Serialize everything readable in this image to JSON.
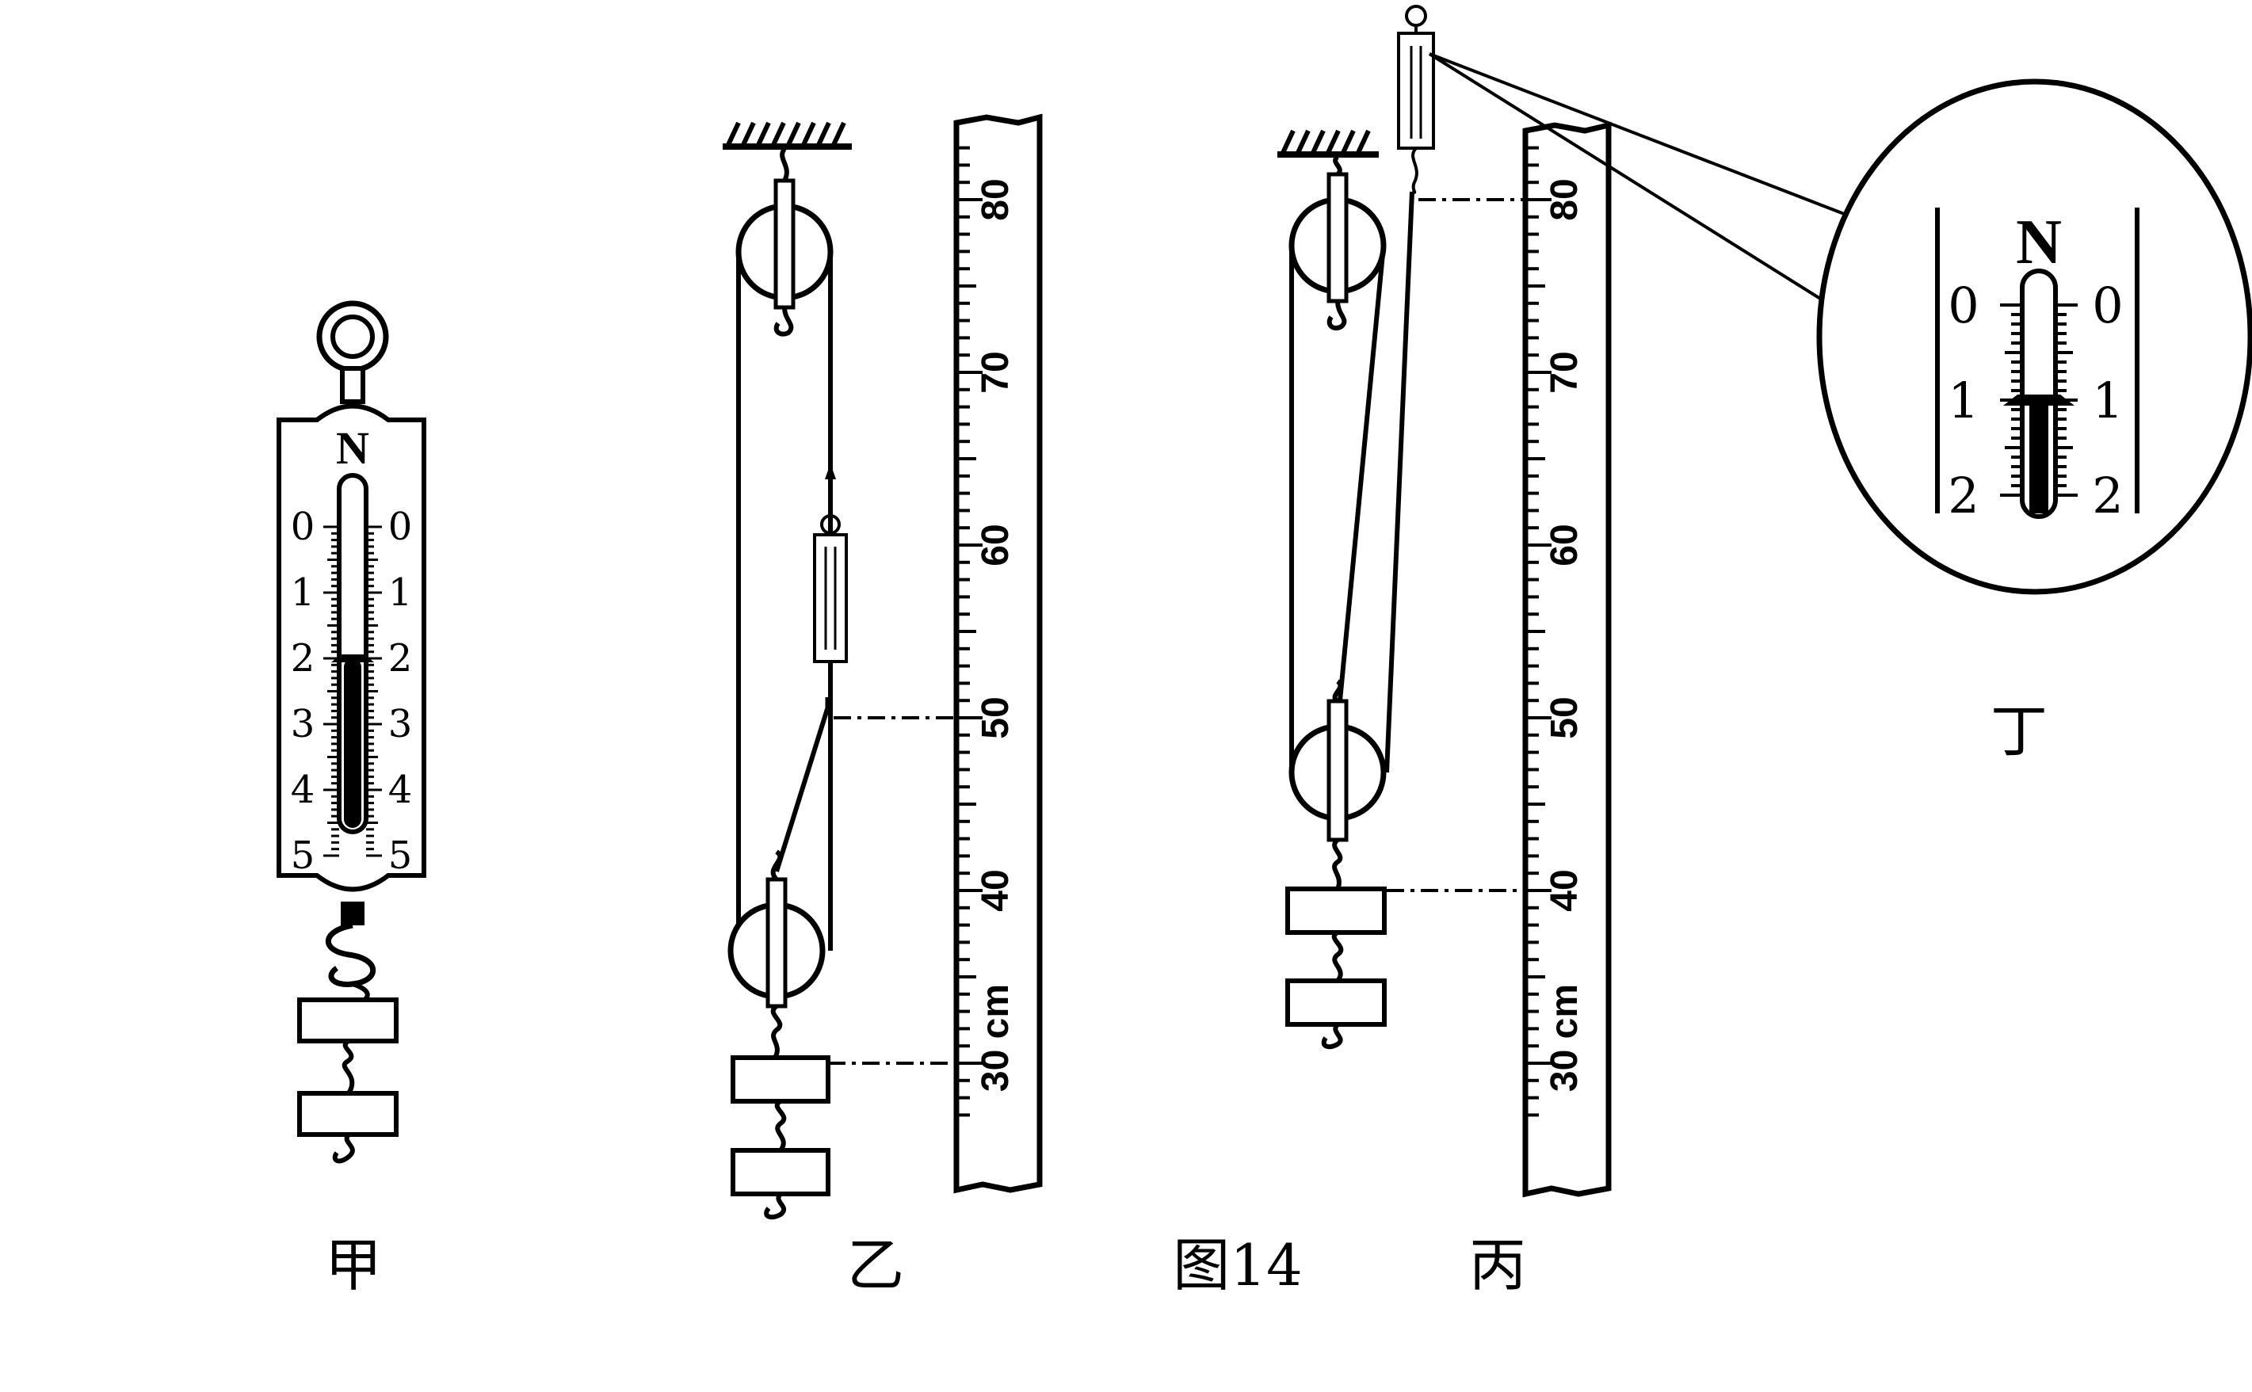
{
  "figure_caption": "图14",
  "panels": {
    "jia": {
      "label": "甲",
      "unit": "N",
      "ticks": [
        "0",
        "1",
        "2",
        "3",
        "4",
        "5"
      ],
      "reading": 2.0
    },
    "yi": {
      "label": "乙",
      "ruler_unit": "cm",
      "ruler_ticks": [
        "30",
        "40",
        "50",
        "60",
        "70",
        "80"
      ]
    },
    "bing": {
      "label": "丙",
      "ruler_unit": "cm",
      "ruler_ticks": [
        "30",
        "40",
        "50",
        "60",
        "70",
        "80"
      ]
    },
    "ding": {
      "label": "丁",
      "unit": "N",
      "ticks": [
        "0",
        "1",
        "2"
      ],
      "reading": 1.0
    }
  }
}
